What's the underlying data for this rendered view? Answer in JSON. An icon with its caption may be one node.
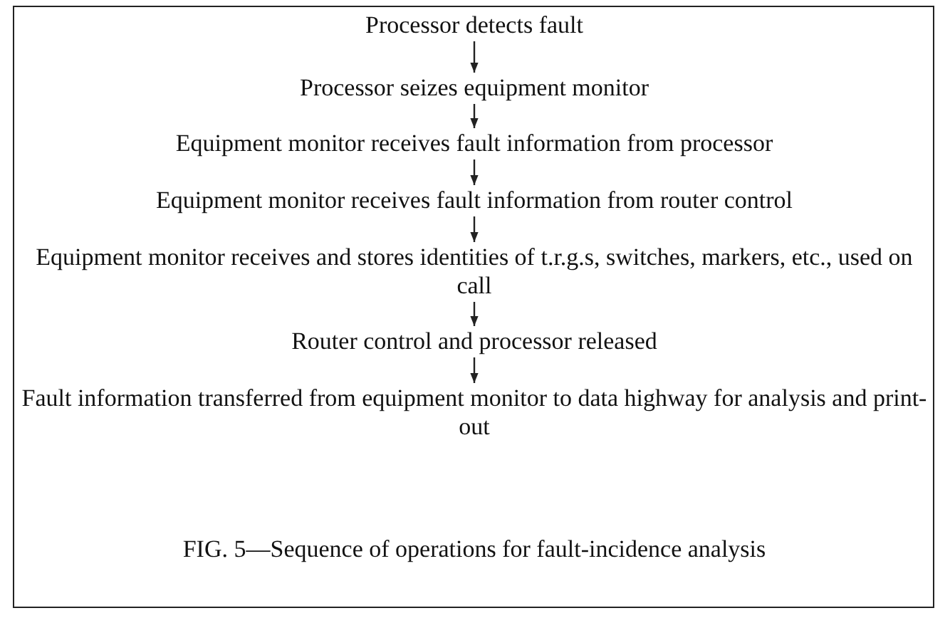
{
  "diagram": {
    "caption": "FIG. 5—Sequence of operations for fault-incidence analysis",
    "nodes": [
      {
        "text": [
          "Processor detects fault"
        ]
      },
      {
        "text": [
          "Processor seizes equipment monitor"
        ]
      },
      {
        "text": [
          "Equipment monitor receives fault information from processor"
        ]
      },
      {
        "text": [
          "Equipment monitor receives fault information from router control"
        ]
      },
      {
        "text": [
          "Equipment monitor receives and stores identities of t.r.g.s, switches, markers, etc., used on call"
        ]
      },
      {
        "text": [
          "Router control and processor released"
        ]
      },
      {
        "text": [
          "Fault information transferred from equipment monitor to data highway for analysis and print-out"
        ]
      }
    ],
    "edges": [
      {
        "from": 0,
        "to": 1,
        "arrow": "to"
      },
      {
        "from": 1,
        "to": 2,
        "arrow": "to"
      },
      {
        "from": 2,
        "to": 3,
        "arrow": "to"
      },
      {
        "from": 3,
        "to": 4,
        "arrow": "to"
      },
      {
        "from": 4,
        "to": 5,
        "arrow": "to"
      },
      {
        "from": 5,
        "to": 6,
        "arrow": "to"
      }
    ]
  }
}
